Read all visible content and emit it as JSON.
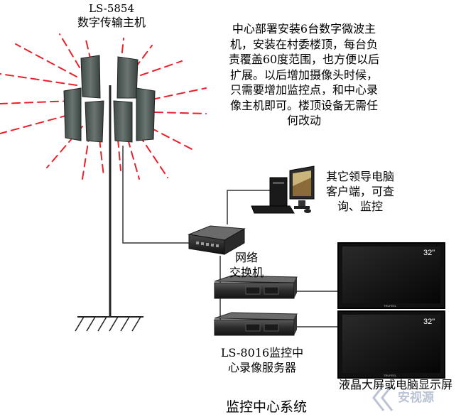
{
  "tower": {
    "model": "LS-5854",
    "name": "数字传输主机"
  },
  "description": {
    "lines": [
      "中心部署安装6台数字微波主",
      "机，安装在村委楼顶，每台负",
      "责覆盖60度范围，也方便以后",
      "扩展。以后增加摄像头时候，",
      "只需要增加监控点，和中心录",
      "像主机即可。楼顶设备无需任",
      "何改动"
    ]
  },
  "client": {
    "lines": [
      "其它领导电脑",
      "客户端，可查",
      "询、监控"
    ]
  },
  "switch": {
    "lines": [
      "网络",
      "交换机"
    ]
  },
  "nvr": {
    "lines": [
      "LS-8016监控中",
      "心录像服务器"
    ]
  },
  "monitors": {
    "size_top": "32\"",
    "size_bottom": "32\"",
    "brand": "TRUFEEL",
    "label": "液晶大屏或电脑显示屏"
  },
  "system_title": "监控中心系统",
  "watermark": "安视源",
  "colors": {
    "radio_wave": "#e8212b",
    "line": "#333333",
    "watermark": "#b9c3d3"
  }
}
